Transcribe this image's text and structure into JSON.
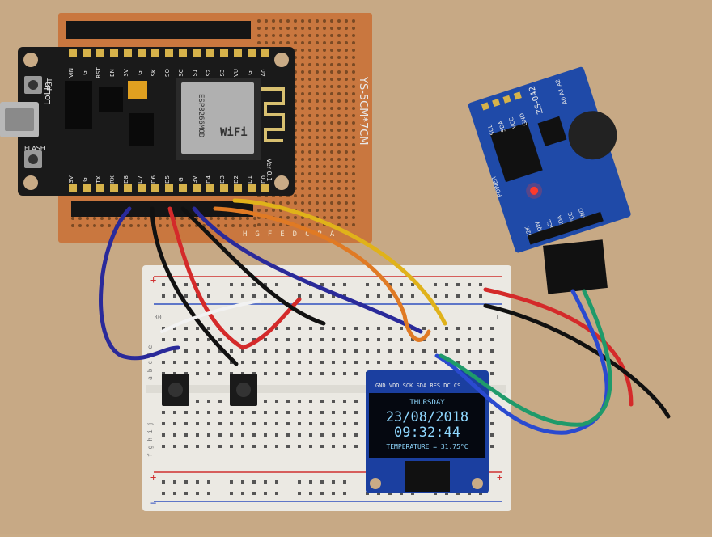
{
  "oled": {
    "pin_header": "GND VDD SCK SDA RES DC CS",
    "day": "THURSDAY",
    "date": "23/08/2018",
    "time": "09:32:44",
    "temperature": "TEMPERATURE = 31.75°C"
  },
  "nodemcu": {
    "top_pins": [
      "VIN",
      "G",
      "RST",
      "EN",
      "3V",
      "G",
      "SK",
      "SO",
      "SC",
      "S1",
      "S2",
      "S3",
      "VU",
      "G",
      "A0"
    ],
    "bottom_pins": [
      "3V",
      "G",
      "TX",
      "RX",
      "D8",
      "D7",
      "D6",
      "D5",
      "G",
      "3V",
      "D4",
      "D3",
      "D2",
      "D1",
      "D0"
    ],
    "brand": "LoLin",
    "flash_label": "FLASH",
    "rst_label": "RST",
    "module_text": "ESP8266MOD",
    "wifi_text": "WiFi",
    "ver_label": "Ver 0.1"
  },
  "perfboard": {
    "label": "YS-5CM*7CM",
    "row_letters": "HGFEDCBA"
  },
  "rtc": {
    "model": "ZS-042",
    "top_pins": [
      "SCL",
      "SDA",
      "VCC",
      "GND"
    ],
    "address_label": "A0 A1 A2",
    "power_label": "POWER",
    "bottom_pins": [
      "32K",
      "SQW",
      "SCL",
      "SDA",
      "VCC",
      "GND"
    ]
  },
  "breadboard": {
    "col_left": "30",
    "col_right": "1",
    "rows_top": "a b c d e",
    "rows_bottom": "f g h i j",
    "plus": "+",
    "minus": "−"
  },
  "colors": {
    "board_black": "#1a1a1a",
    "perfboard": "#c9773f",
    "rtc_blue": "#1f4aa8",
    "oled_blue": "#1b3fa0",
    "oled_text": "#8fd8ff",
    "wire_red": "#d42a2a",
    "wire_yellow": "#e0b21a",
    "wire_orange": "#e07a24",
    "wire_blue": "#2a2a9a",
    "wire_green": "#1f9a6a"
  }
}
